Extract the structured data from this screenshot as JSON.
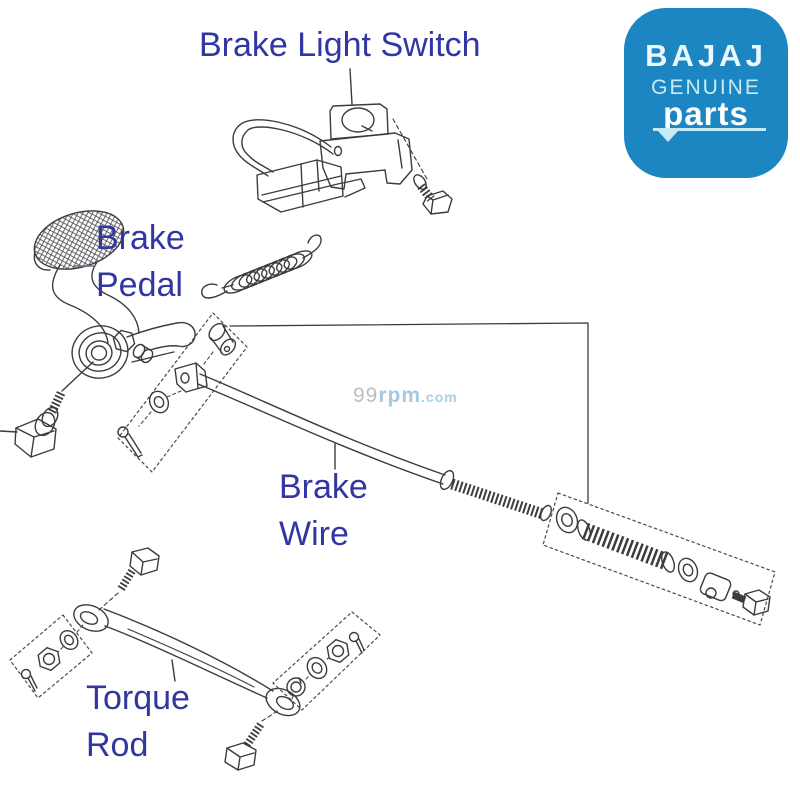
{
  "page": {
    "bg": "#ffffff"
  },
  "labels": {
    "color": "#3136a3",
    "brake_light_switch": "Brake Light Switch",
    "brake_pedal": [
      "Brake",
      "Pedal"
    ],
    "brake_wire": [
      "Brake",
      "Wire"
    ],
    "torque_rod": [
      "Torque",
      "Rod"
    ]
  },
  "watermark": {
    "num": "99",
    "name": "rpm",
    "tld": ".com"
  },
  "logo": {
    "brand": "BAJAJ",
    "tagline": "GENUINE",
    "product": "parts",
    "bg": "#1c86c3",
    "accent": "#c5ebf7"
  },
  "diagram": {
    "stroke": "#3c3c3c"
  }
}
